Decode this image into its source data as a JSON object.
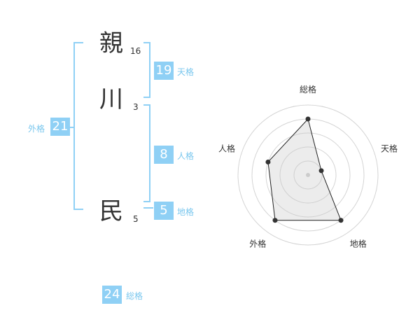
{
  "name": {
    "chars": [
      {
        "char": "親",
        "strokes": "16"
      },
      {
        "char": "川",
        "strokes": "3"
      },
      {
        "char": "民",
        "strokes": "5"
      }
    ]
  },
  "fortune": {
    "tenkaku": {
      "value": "19",
      "label": "天格"
    },
    "jinkaku": {
      "value": "8",
      "label": "人格"
    },
    "chikaku": {
      "value": "5",
      "label": "地格"
    },
    "gaikaku": {
      "value": "21",
      "label": "外格"
    },
    "soukaku": {
      "value": "24",
      "label": "総格"
    }
  },
  "colors": {
    "accent": "#8fd0f5",
    "label": "#7ac7ee",
    "text": "#333333"
  },
  "chart_data": {
    "type": "radar",
    "axes": [
      "総格",
      "天格",
      "地格",
      "外格",
      "人格"
    ],
    "values": [
      4,
      1,
      4,
      4,
      3
    ],
    "rmax": 5,
    "rings": 5
  }
}
